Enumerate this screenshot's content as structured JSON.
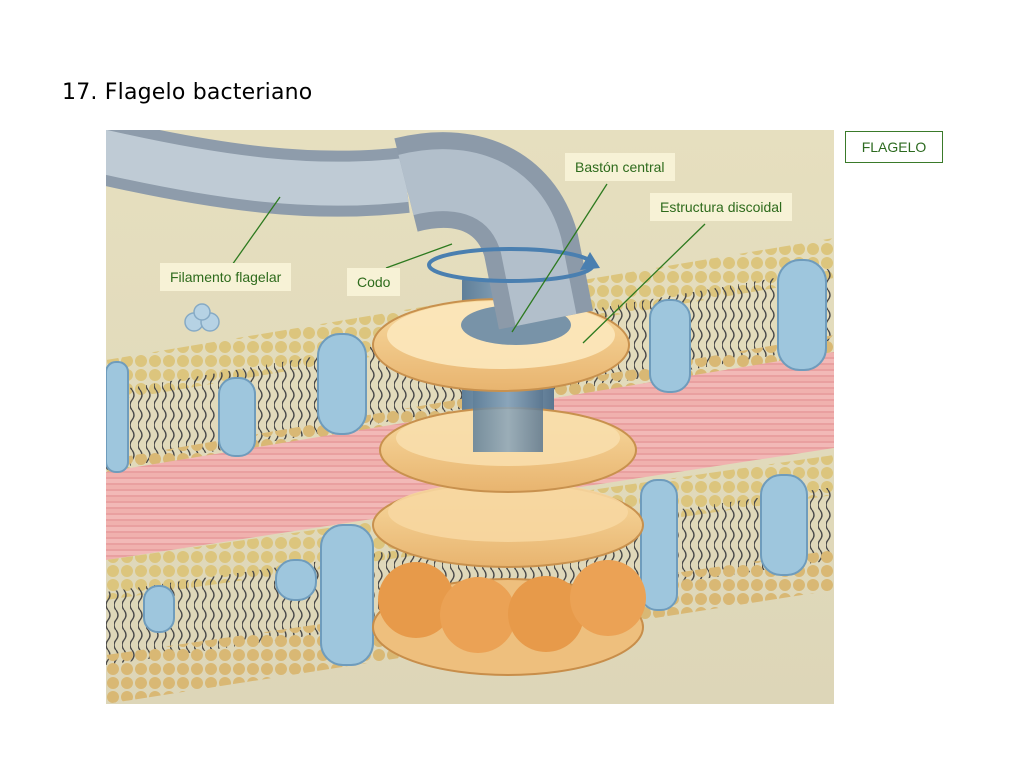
{
  "title": "17. Flagelo bacteriano",
  "badge": "FLAGELO",
  "labels": {
    "filamento": "Filamento flagelar",
    "codo": "Codo",
    "baston": "Bastón central",
    "estructura": "Estructura discoidal"
  },
  "colors": {
    "leader": "#2d7a1f",
    "label_text": "#2e6b1c",
    "label_bg": "#f7f2d6",
    "background": "#e8e2c4",
    "membrane_head": "#d9c070",
    "peptidoglycan": "#e8a5a5",
    "protein": "#9ec6dd",
    "disc": "#f2cf8f",
    "rod": "#6f8ea6"
  }
}
